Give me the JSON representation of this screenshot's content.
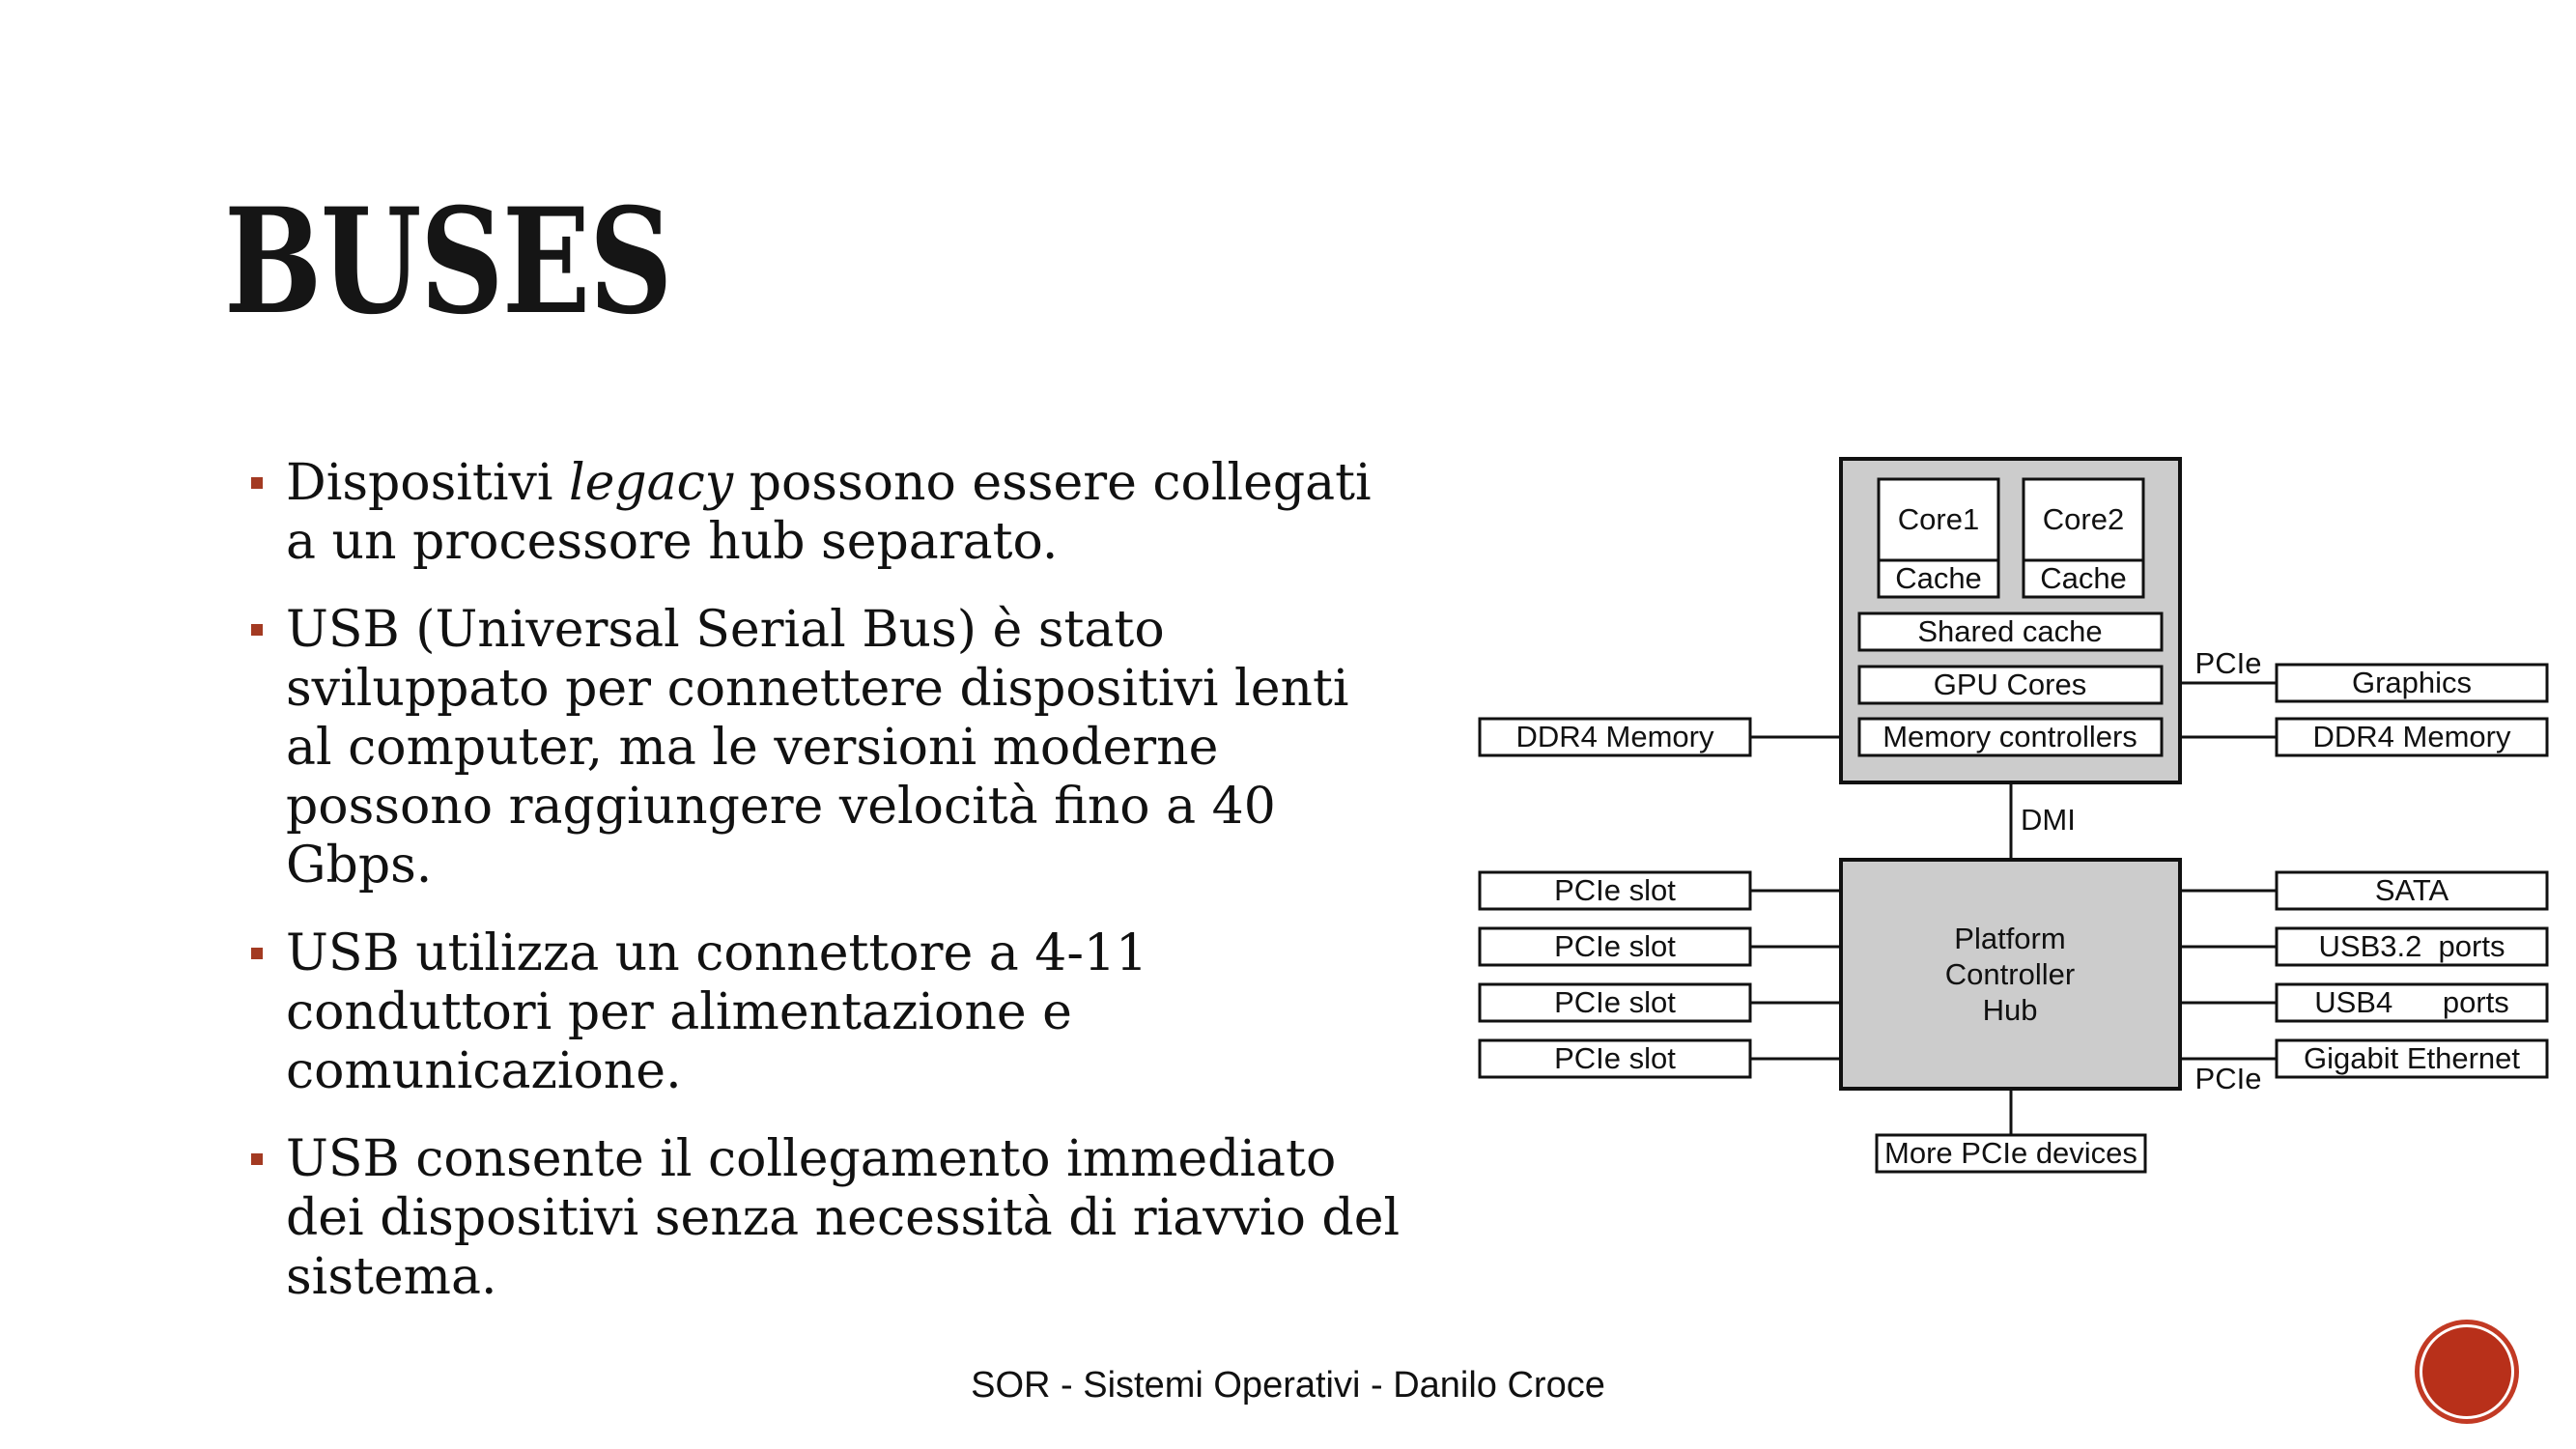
{
  "slide": {
    "title": "BUSES",
    "bullets": [
      {
        "pre": "Dispositivi ",
        "em": "legacy",
        "post": " possono essere collegati a un processore hub separato."
      },
      {
        "text": "USB (Universal Serial Bus) è stato sviluppato per connettere dispositivi lenti al computer, ma le versioni moderne possono raggiungere velocità fino a 40 Gbps."
      },
      {
        "text": "USB utilizza un connettore a 4-11 conduttori per alimentazione e comunicazione."
      },
      {
        "text": "USB consente il collegamento immediato dei dispositivi senza necessità di riavvio del sistema."
      }
    ],
    "footer": "SOR - Sistemi Operativi - Danilo Croce"
  },
  "diagram": {
    "cpu": {
      "core1": "Core1",
      "core2": "Core2",
      "cache1": "Cache",
      "cache2": "Cache",
      "shared_cache": "Shared cache",
      "gpu_cores": "GPU Cores",
      "memory_controllers": "Memory controllers"
    },
    "left_memory": "DDR4 Memory",
    "graphics": "Graphics",
    "right_memory": "DDR4 Memory",
    "pcie_top": "PCIe",
    "dmi": "DMI",
    "pch": {
      "line1": "Platform",
      "line2": "Controller",
      "line3": "Hub"
    },
    "pcie_slots": [
      "PCIe slot",
      "PCIe slot",
      "PCIe slot",
      "PCIe slot"
    ],
    "right_devices": [
      "SATA",
      "USB3.2  ports",
      "USB4      ports",
      "Gigabit Ethernet"
    ],
    "pcie_bottom": "PCIe",
    "more_pcie": "More PCIe devices",
    "colors": {
      "box_fill": "#cccccc",
      "accent": "#a33a22"
    }
  }
}
